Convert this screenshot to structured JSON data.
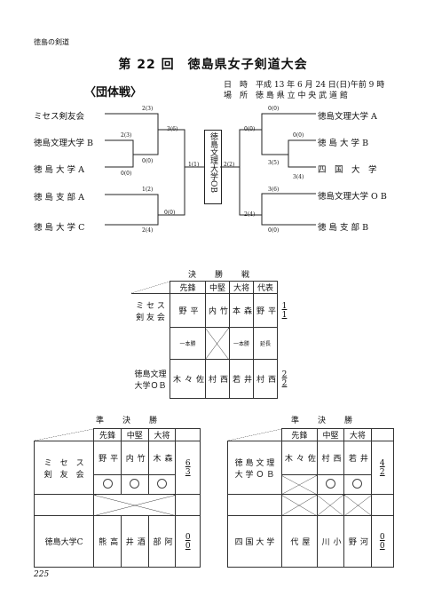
{
  "header_tag": "徳島の剣道",
  "title": "第 22 回　徳島県女子剣道大会",
  "subtitle": "〈団体戦〉",
  "info": {
    "date_label": "日　時",
    "date": "平成 13 年 6 月 24 日(日)午前 9 時",
    "place_label": "場　所",
    "place": "徳 島 県 立 中 央 武 道 館"
  },
  "bracket": {
    "left_teams": [
      "ミセス剣友会",
      "徳島文理大学 B",
      "徳 島 大 学 A",
      "徳 島 支 部 A",
      "徳 島 大 学 C"
    ],
    "right_teams": [
      "徳島文理大学 A",
      "徳 島 大 学 B",
      "四　国　大　学",
      "徳島文理大学 O B",
      "徳 島 支 部 B"
    ],
    "champion": "徳島文理大学OB",
    "scores_left": [
      "2(3)",
      "2(3)",
      "0(0)",
      "0(0)",
      "3(6)",
      "1(2)",
      "0(0)",
      "2(4)",
      "1(1)"
    ],
    "scores_right": [
      "0(0)",
      "0(0)",
      "0(0)",
      "3(5)",
      "3(4)",
      "3(6)",
      "2(4)",
      "0(0)",
      "2(2)"
    ]
  },
  "final": {
    "title": "決　勝　戦",
    "headers": [
      "先鋒",
      "中堅",
      "大将",
      "代表"
    ],
    "team1": "ミ セ ス\n剣 友 会",
    "team1_names": [
      "平\n野",
      "竹\n内",
      "森\n本",
      "平\n野"
    ],
    "team1_score": "1\n1",
    "team2": "徳島文理\n大学ＯＢ",
    "team2_names": [
      "佐\n々\n木",
      "西\n村",
      "井\n若",
      "西\n村"
    ],
    "team2_score": "2\n2",
    "marks": [
      "一本勝",
      "一本勝",
      "延長"
    ]
  },
  "semi_left": {
    "title": "準　決　勝",
    "headers": [
      "先鋒",
      "中堅",
      "大将"
    ],
    "team1": "ミ　セ　ス\n剣　友　会",
    "team1_names": [
      "平\n野",
      "竹\n内",
      "森\n木"
    ],
    "team1_score": "6\n3",
    "team2": "徳島大学C",
    "team2_names": [
      "高\n熊",
      "酒\n井",
      "阿\n部"
    ],
    "team2_score": "0\n0"
  },
  "semi_right": {
    "title": "準　決　勝",
    "headers": [
      "先鋒",
      "中堅",
      "大将"
    ],
    "team1": "徳 島 文 理\n大 学 Ｏ Ｂ",
    "team1_names": [
      "佐\n々\n木",
      "西\n村",
      "井\n若"
    ],
    "team1_score": "4\n2",
    "team2": "四 国 大 学",
    "team2_names": [
      "屋\n代",
      "小\n川",
      "河\n野"
    ],
    "team2_score": "0\n0"
  },
  "page_number": "225"
}
